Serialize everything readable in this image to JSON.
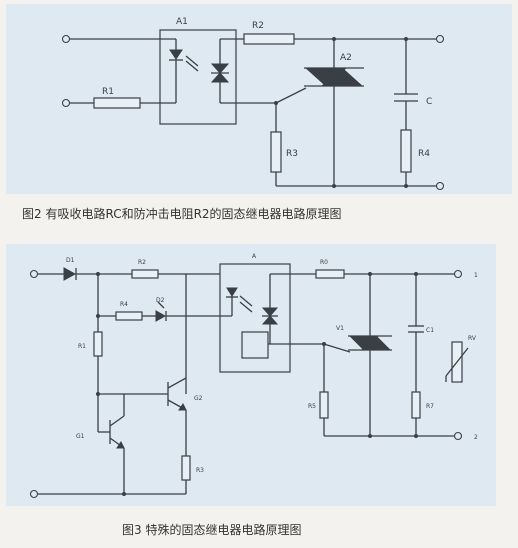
{
  "figure1": {
    "caption": "图2  有吸收电路RC和防冲击电阻R2的固态继电器电路原理图",
    "labels": {
      "a1": "A1",
      "r1": "R1",
      "r2": "R2",
      "a2": "A2",
      "c": "C",
      "r3": "R3",
      "r4": "R4"
    }
  },
  "figure2": {
    "caption": "图3  特殊的固态继电器电路原理图",
    "labels": {
      "d1": "D1",
      "r2": "R2",
      "a": "A",
      "r0": "R0",
      "t1": "1",
      "r4": "R4",
      "d2": "D2",
      "v1": "V1",
      "c1": "C1",
      "rv": "RV",
      "r1": "R1",
      "r5": "R5",
      "r7": "R7",
      "g2": "G2",
      "g1": "G1",
      "r3": "R3",
      "t2": "2"
    }
  }
}
